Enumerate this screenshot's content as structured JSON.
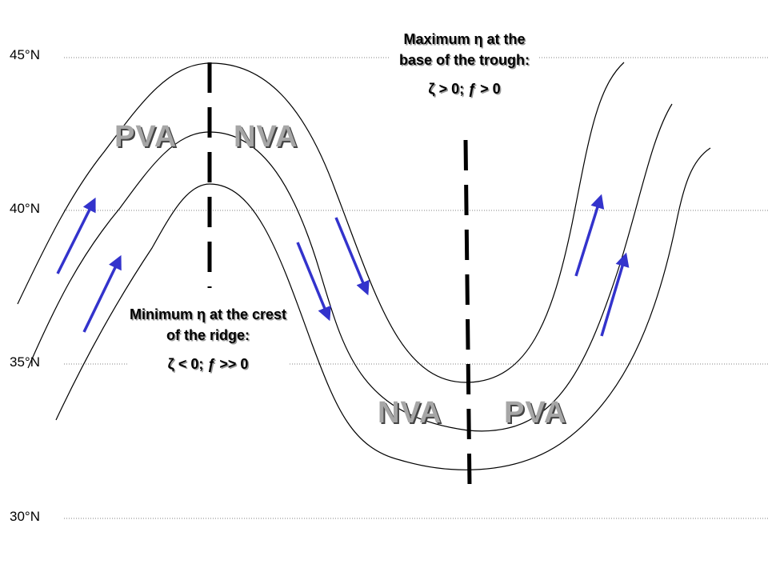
{
  "latitude_labels": {
    "lat45": "45°N",
    "lat40": "40°N",
    "lat35": "35°N",
    "lat30": "30°N"
  },
  "regions": {
    "ridge_upstream": "PVA",
    "ridge_downstream": "NVA",
    "trough_upstream": "NVA",
    "trough_downstream": "PVA"
  },
  "captions": {
    "trough_title": "Maximum η at the base of the trough:",
    "trough_condition": "ζ > 0; ƒ > 0",
    "ridge_title": "Minimum η at the crest of the ridge:",
    "ridge_condition": "ζ < 0; ƒ >> 0"
  },
  "colors": {
    "flow_arrow": "#3333cc",
    "region_label": "#a6a6a6",
    "axis_line": "#000000",
    "gridline": "#808080"
  }
}
